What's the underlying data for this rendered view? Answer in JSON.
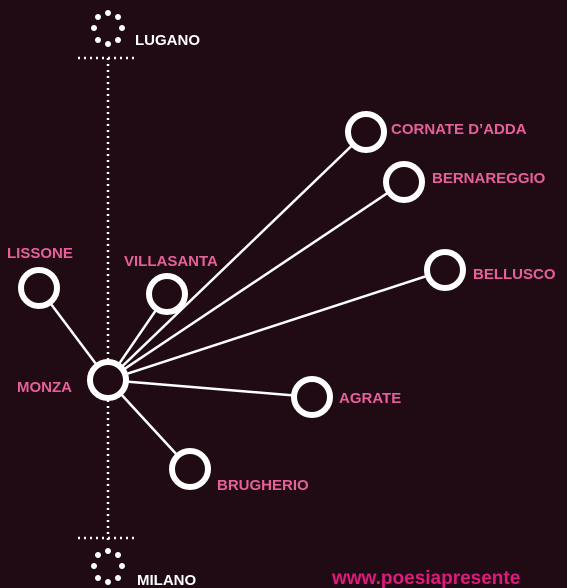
{
  "colors": {
    "background": "#200a14",
    "line": "#ffffff",
    "place_label": "#e8609a",
    "terminal_label": "#ffffff",
    "website": "#e0197d"
  },
  "terminals": {
    "north": "LUGANO",
    "south": "MILANO"
  },
  "hub": "MONZA",
  "places": [
    "LISSONE",
    "VILLASANTA",
    "CORNATE D’ADDA",
    "BERNAREGGIO",
    "BELLUSCO",
    "AGRATE",
    "BRUGHERIO"
  ],
  "footer": {
    "website": "www.poesiapresente"
  }
}
